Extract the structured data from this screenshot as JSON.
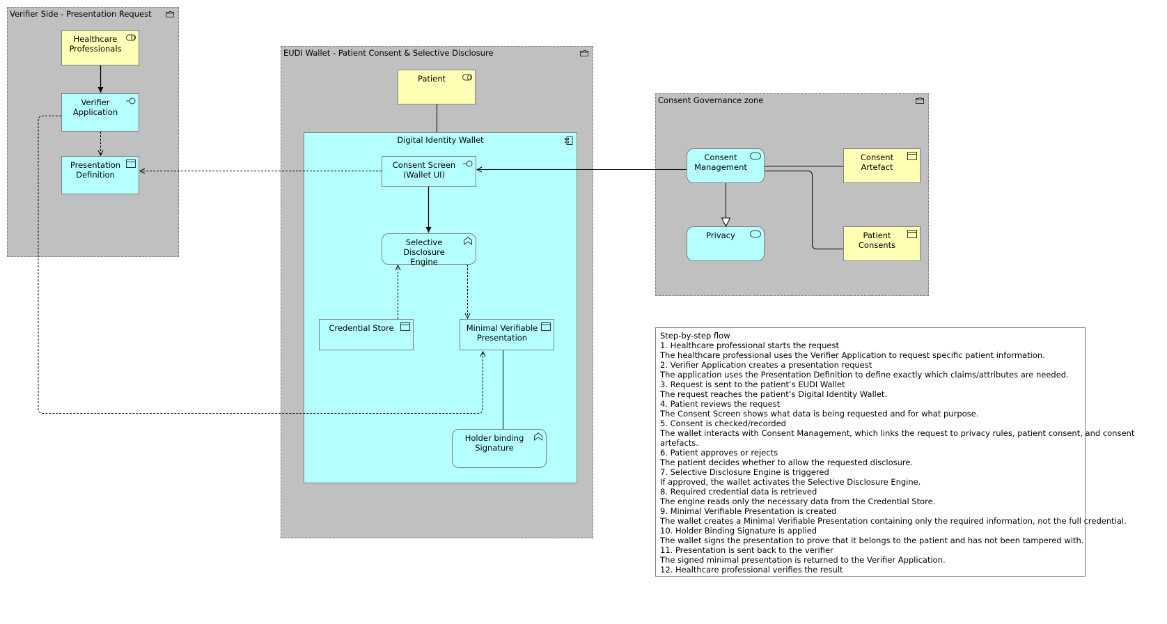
{
  "groups": {
    "verifier": "Verifier Side - Presentation Request",
    "wallet": "EUDI Wallet - Patient Consent & Selective Disclosure",
    "governance": "Consent Governance zone"
  },
  "nodes": {
    "healthcare": "Healthcare\nProfessionals",
    "verifier_app": "Verifier\nApplication",
    "presentation_def": "Presentation\nDefinition",
    "patient": "Patient",
    "wallet": "Digital Identity Wallet",
    "consent_screen": "Consent Screen\n(Wallet UI)",
    "sde": "Selective Disclosure\nEngine",
    "credential_store": "Credential Store",
    "mvp": "Minimal Verifiable\nPresentation",
    "holder_binding": "Holder binding\nSignature",
    "consent_mgmt": "Consent\nManagement",
    "consent_artefact": "Consent\nArtefact",
    "privacy": "Privacy",
    "patient_consents": "Patient\nConsents"
  },
  "icons": {
    "role": "role-icon",
    "interface": "interface-icon",
    "object": "data-object-icon",
    "component": "component-icon",
    "function": "function-icon",
    "service": "service-icon",
    "folder": "folder-icon"
  },
  "colors": {
    "group_bg": "#c0c0c0",
    "business": "#ffffb5",
    "application": "#b5ffff"
  },
  "note": {
    "lines": [
      "Step-by-step flow",
      "1. Healthcare professional starts the request",
      "The healthcare professional uses the Verifier Application to request specific patient information.",
      "2. Verifier Application creates a presentation request",
      "The application uses the Presentation Definition to define exactly which claims/attributes are needed.",
      "3. Request is sent to the patient’s EUDI Wallet",
      "The request reaches the patient’s Digital Identity Wallet.",
      "4. Patient reviews the request",
      "The Consent Screen shows what data is being requested and for what purpose.",
      "5. Consent is checked/recorded",
      "The wallet interacts with Consent Management, which links the request to privacy rules, patient consent, and consent",
      "artefacts.",
      "6. Patient approves or rejects",
      "The patient decides whether to allow the requested disclosure.",
      "7. Selective Disclosure Engine is triggered",
      "If approved, the wallet activates the Selective Disclosure Engine.",
      "8. Required credential data is retrieved",
      "The engine reads only the necessary data from the Credential Store.",
      "9. Minimal Verifiable Presentation is created",
      "The wallet creates a Minimal Verifiable Presentation containing only the required information, not the full credential.",
      "10. Holder Binding Signature is applied",
      "The wallet signs the presentation to prove that it belongs to the patient and has not been tampered with.",
      "11. Presentation is sent back to the verifier",
      "The signed minimal presentation is returned to the Verifier Application.",
      "12. Healthcare professional verifies the result"
    ]
  }
}
